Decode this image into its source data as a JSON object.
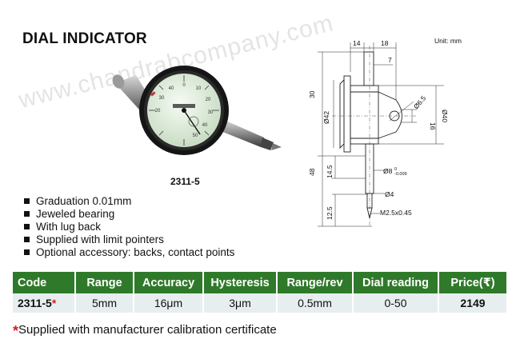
{
  "title": "DIAL INDICATOR",
  "watermark": "www.chandrabcompany.com",
  "product_code": "2311-5",
  "drawing": {
    "unit": "Unit: mm",
    "dims": {
      "w14": "14",
      "w18": "18",
      "w7": "7",
      "h30": "30",
      "d42": "Ø42",
      "h48": "48",
      "h145": "14.5",
      "h125": "12.5",
      "r65": "Ø6.5",
      "h16": "16",
      "d40": "Ø40",
      "d8": "Ø8",
      "d8_tol_top": "0",
      "d8_tol_bot": "-0.009",
      "d4": "Ø4",
      "m25": "M2.5x0.45"
    }
  },
  "features": [
    "Graduation 0.01mm",
    "Jeweled bearing",
    "With lug back",
    "Supplied with limit pointers",
    "Optional accessory: backs, contact points"
  ],
  "table": {
    "headers": [
      "Code",
      "Range",
      "Accuracy",
      "Hysteresis",
      "Range/rev",
      "Dial reading",
      "Price(₹)"
    ],
    "row": {
      "code": "2311-5",
      "star": "*",
      "range": "5mm",
      "accuracy": "16μm",
      "hysteresis": "3μm",
      "range_rev": "0.5mm",
      "dial_reading": "0-50",
      "price": "2149"
    }
  },
  "footnote": {
    "star": "*",
    "text": "Supplied with manufacturer calibration certificate"
  },
  "colors": {
    "header_bg": "#2f7a2a",
    "cell_bg": "#e7eef0",
    "star": "#e01b1b"
  }
}
